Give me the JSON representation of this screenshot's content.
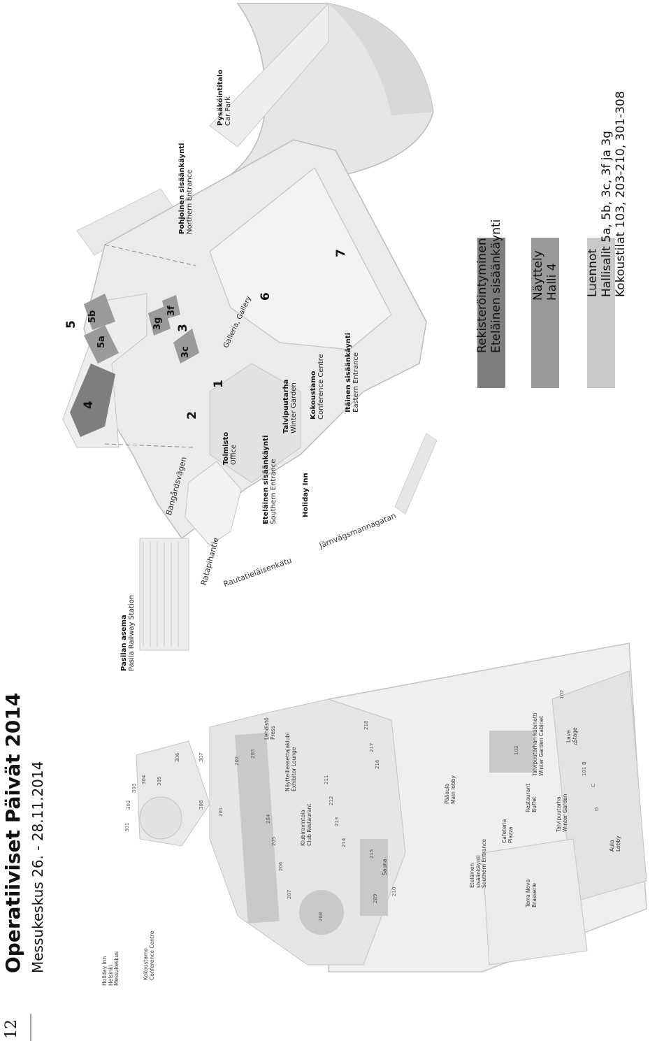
{
  "page_number": "12",
  "header": {
    "title": "Operatiiviset Päivät 2014",
    "subtitle": "Messukeskus 26. - 28.11.2014"
  },
  "colors": {
    "dark": "#7e7e7e",
    "medium": "#9a9a9a",
    "light": "#c9c9c9",
    "building": "#e6e6e6",
    "outline": "#bcbcbc"
  },
  "legend": [
    {
      "color": "#7e7e7e",
      "line1": "Rekisteröintyminen",
      "line2": "Eteläinen sisäänkäynti",
      "line3": ""
    },
    {
      "color": "#9a9a9a",
      "line1": "Näyttely",
      "line2": "Halli 4",
      "line3": ""
    },
    {
      "color": "#c9c9c9",
      "line1": "Luennot",
      "line2": "Hallisalit 5a, 5b, 3c, 3f ja 3g",
      "line3": "Kokoustilat 103, 203-210, 301-308"
    }
  ],
  "site_map": {
    "railway_station": {
      "fi": "Pasilan asema",
      "en": "Pasila Railway Station"
    },
    "car_park": {
      "fi": "Pysäköintitalo",
      "en": "Car Park"
    },
    "northern_entrance": {
      "fi": "Pohjoinen sisäänkäynti",
      "en": "Northern Entrance"
    },
    "eastern_entrance": {
      "fi": "Itäinen sisäänkäynti",
      "en": "Eastern Entrance"
    },
    "southern_entrance": {
      "fi": "Eteläinen sisäänkäynti",
      "en": "Southern Entrance"
    },
    "office": {
      "fi": "Toimisto",
      "en": "Office"
    },
    "winter_garden": {
      "fi": "Talvipuutarha",
      "en": "Winter Garden"
    },
    "conference_centre": {
      "fi": "Kokoustamo",
      "en": "Conference Centre"
    },
    "holiday_inn": "Holiday Inn",
    "gallery": "Galleria, Gallery",
    "streets": {
      "ratapihantie": "Ratapihantie",
      "bangardsvagen": "Bangårdsvägen",
      "rautatielaisenkatu": "Rautatieläisenkatu",
      "jarnvagsmannagatan": "Järnvägsmannagatan"
    },
    "halls": {
      "h1": "1",
      "h2": "2",
      "h3": "3",
      "h3c": "3c",
      "h3f": "3f",
      "h3g": "3g",
      "h4": "4",
      "h5": "5",
      "h5a": "5a",
      "h5b": "5b",
      "h6": "6",
      "h7": "7"
    }
  },
  "floor_plan": {
    "rooms_300": [
      "301",
      "302",
      "303",
      "304",
      "305",
      "306",
      "307",
      "308"
    ],
    "rooms_200": [
      "201",
      "202",
      "203",
      "204",
      "205",
      "206",
      "207",
      "208",
      "209",
      "210",
      "211",
      "212",
      "213",
      "214",
      "215",
      "216",
      "217",
      "218"
    ],
    "rooms_100": [
      "101",
      "102",
      "103"
    ],
    "room_letters": [
      "A",
      "B",
      "C",
      "D"
    ],
    "press": {
      "fi": "Lehdistö",
      "en": "Press"
    },
    "exhibitor_lounge": {
      "fi": "Näytteilleasettajaklubi",
      "en": "Exhibitor Lounge"
    },
    "club_restaurant": {
      "fi": "Klubiravintola",
      "en": "Club Restaurant"
    },
    "sauna": "Sauna",
    "main_lobby": {
      "fi": "Pääaula",
      "en": "Main lobby"
    },
    "southern_entrance": {
      "l1": "Eteläinen",
      "l2": "sisäänkäynti",
      "l3": "Southern Entrance"
    },
    "cafeteria": {
      "l1": "Cafeteria",
      "l2": "Piazza"
    },
    "restaurant": {
      "l1": "Restaurant",
      "l2": "Buffet"
    },
    "winter_garden_cabinet": {
      "l1": "Talvipuutarhan kabinetti",
      "l2": "Winter Garden Cabinet"
    },
    "lava": {
      "l1": "Lava",
      "l2": "Stage"
    },
    "terra_nova": {
      "l1": "Terra Nova",
      "l2": "Brasserie"
    },
    "winter_garden": {
      "l1": "Talvipuutarha",
      "l2": "Winter Garden"
    },
    "aula": {
      "l1": "Aula",
      "l2": "Lobby"
    },
    "holiday_inn": {
      "l1": "Holiday Inn",
      "l2": "Helsinki",
      "l3": "Messukeskus"
    },
    "conference_centre": {
      "l1": "Kokoustamo",
      "l2": "Conference Centre"
    }
  }
}
